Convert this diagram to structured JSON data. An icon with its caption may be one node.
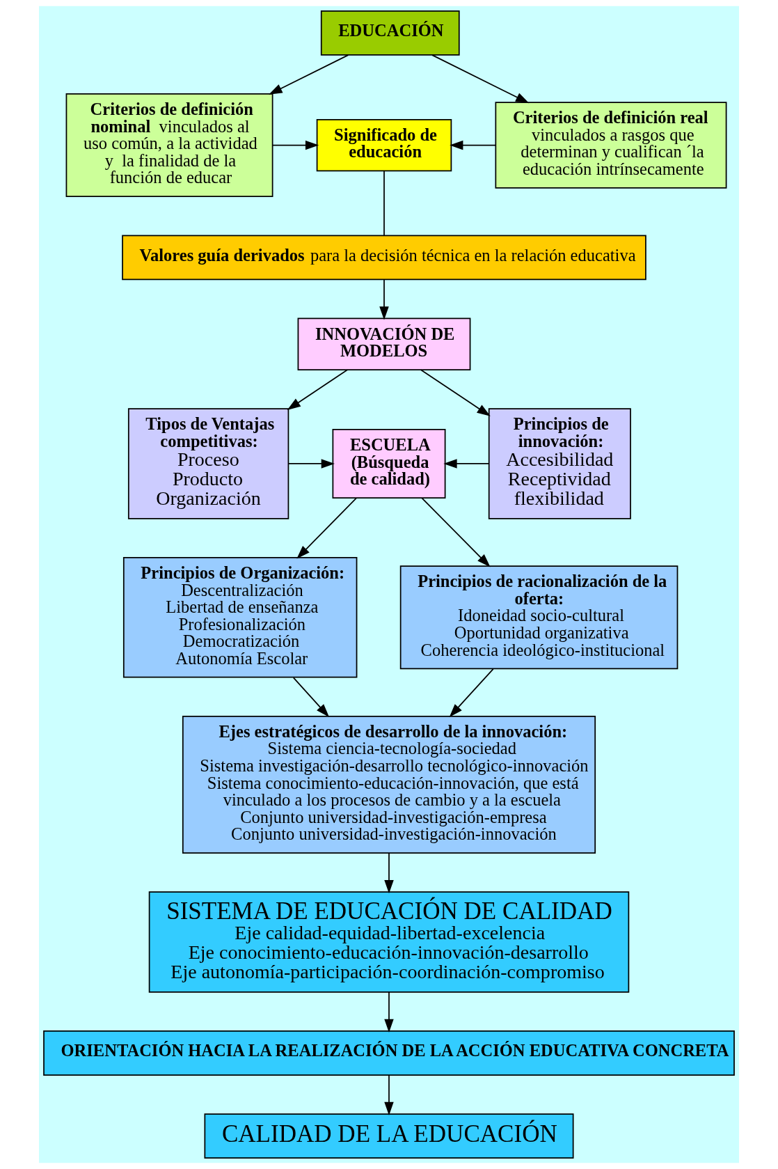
{
  "diagram": {
    "nodes": [
      {
        "text": [
          "EDUCACIÓN"
        ]
      },
      {
        "text": [
          "**Criterios de definición nominal** vinculados al uso común, a la actividad y  la finalidad de la función de educar"
        ]
      },
      {
        "text": [
          "Significado de educación"
        ]
      },
      {
        "text": [
          "**Criterios de definición real** vinculados a rasgos que determinan y cualifican ´la educación intrínsecamente"
        ]
      },
      {
        "text": [
          "**Valores guía derivados** para la decisión técnica en la relación educativa"
        ]
      },
      {
        "text": [
          "INNOVACIÓN DE MODELOS"
        ]
      },
      {
        "text": [
          "Tipos de Ventajas competitivas:",
          "Proceso",
          "Producto",
          "Organización"
        ]
      },
      {
        "text": [
          "ESCUELA (Búsqueda de calidad)"
        ]
      },
      {
        "text": [
          "Principios de innovación:",
          "Accesibilidad",
          "Receptividad",
          "flexibilidad"
        ]
      },
      {
        "text": [
          "Principios de Organización:",
          "Descentralización",
          "Libertad de enseñanza",
          "Profesionalización",
          "Democratización",
          "Autonomía Escolar"
        ]
      },
      {
        "text": [
          "Principios de racionalización de la oferta:",
          "Idoneidad socio-cultural",
          "Oportunidad organizativa",
          "Coherencia ideológico-institucional"
        ]
      },
      {
        "text": [
          "Ejes estratégicos de desarrollo de la innovación:",
          "Sistema ciencia-tecnología-sociedad",
          "Sistema investigación-desarrollo tecnológico-innovación",
          "Sistema conocimiento-educación-innovación, que está vinculado a los procesos de cambio y a la escuela",
          "Conjunto universidad-investigación-empresa",
          "Conjunto universidad-investigación-innovación"
        ]
      },
      {
        "text": [
          "SISTEMA DE EDUCACIÓN DE CALIDAD",
          "Eje calidad-equidad-libertad-excelencia",
          "Eje conocimiento-educación-innovación-desarrollo",
          "Eje autonomía-participación-coordinación-compromiso"
        ]
      },
      {
        "text": [
          "ORIENTACIÓN HACIA LA REALIZACIÓN DE LA ACCIÓN EDUCATIVA CONCRETA"
        ]
      },
      {
        "text": [
          "CALIDAD DE LA EDUCACIÓN"
        ]
      }
    ],
    "edges": [
      {
        "from": 0,
        "to": 1,
        "arrow": "to"
      },
      {
        "from": 0,
        "to": 3,
        "arrow": "to"
      },
      {
        "from": 1,
        "to": 2,
        "arrow": "to"
      },
      {
        "from": 3,
        "to": 2,
        "arrow": "to"
      },
      {
        "from": 2,
        "to": 4,
        "arrow": "none"
      },
      {
        "from": 4,
        "to": 5,
        "arrow": "to"
      },
      {
        "from": 5,
        "to": 6,
        "arrow": "to"
      },
      {
        "from": 5,
        "to": 8,
        "arrow": "to"
      },
      {
        "from": 6,
        "to": 7,
        "arrow": "to"
      },
      {
        "from": 8,
        "to": 7,
        "arrow": "to"
      },
      {
        "from": 7,
        "to": 9,
        "arrow": "to"
      },
      {
        "from": 7,
        "to": 10,
        "arrow": "to"
      },
      {
        "from": 9,
        "to": 11,
        "arrow": "to"
      },
      {
        "from": 10,
        "to": 11,
        "arrow": "to"
      },
      {
        "from": 11,
        "to": 12,
        "arrow": "to"
      },
      {
        "from": 12,
        "to": 13,
        "arrow": "to"
      },
      {
        "from": 13,
        "to": 14,
        "arrow": "to"
      }
    ]
  }
}
